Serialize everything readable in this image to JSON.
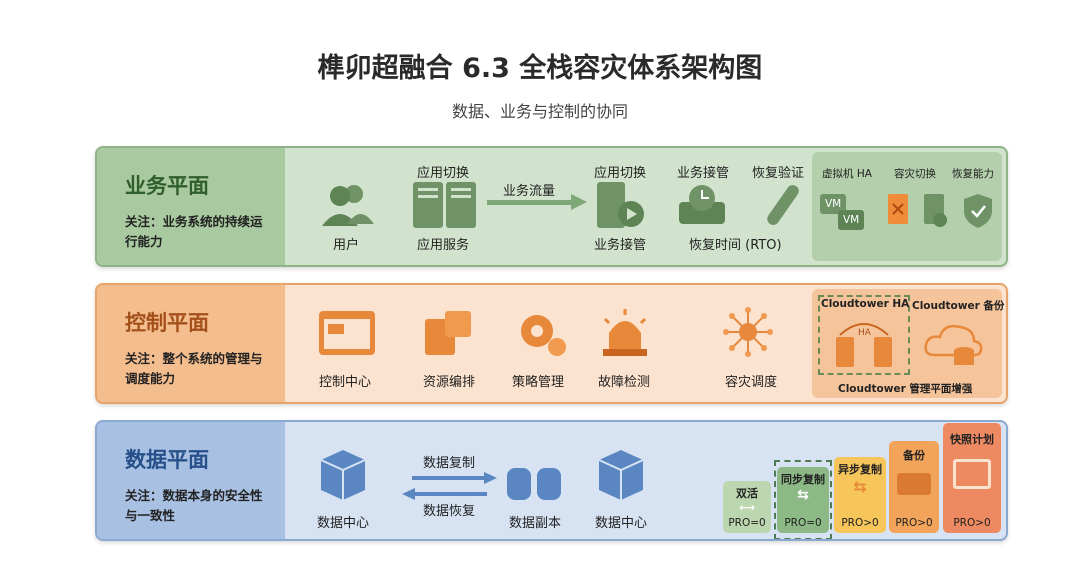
{
  "title": "榫卯超融合 6.3 全栈容灾体系架构图",
  "subtitle": "数据、业务与控制的协同",
  "business": {
    "name": "业务平面",
    "focus": "关注：业务系统的持续运行能力",
    "user": "用户",
    "switch1": "应用切换",
    "app_service": "应用服务",
    "flow": "业务流量",
    "switch2": "应用切换",
    "takeover_bottom": "业务接管",
    "takeover": "业务接管",
    "rto": "恢复时间 (RTO)",
    "verify": "恢复验证",
    "right": {
      "ha": "虚拟机 HA",
      "failover": "容灾切换",
      "recover": "恢复能力",
      "vm": "VM"
    }
  },
  "control": {
    "name": "控制平面",
    "focus": "关注：整个系统的管理与调度能力",
    "items": [
      "控制中心",
      "资源编排",
      "策略管理",
      "故障检测",
      "容灾调度"
    ],
    "right": {
      "ha": "Cloudtower HA",
      "backup": "Cloudtower 备份",
      "footer": "Cloudtower 管理平面增强",
      "ha_badge": "HA"
    }
  },
  "data": {
    "name": "数据平面",
    "focus": "关注：数据本身的安全性与一致性",
    "dc1": "数据中心",
    "replicate": "数据复制",
    "restore": "数据恢复",
    "replica": "数据副本",
    "dc2": "数据中心",
    "tiers": [
      {
        "label": "双活",
        "rpo": "PRO=0",
        "color": "#bcd7b0"
      },
      {
        "label": "同步复制",
        "rpo": "PRO=0",
        "color": "#8db986"
      },
      {
        "label": "异步复制",
        "rpo": "PRO>0",
        "color": "#f7c65a"
      },
      {
        "label": "备份",
        "rpo": "PRO>0",
        "color": "#f2a45a"
      },
      {
        "label": "快照计划",
        "rpo": "PRO>0",
        "color": "#ee8a62"
      }
    ]
  },
  "colors": {
    "green": "#6a9a63",
    "orange": "#e8883a",
    "blue": "#5a86c2"
  }
}
